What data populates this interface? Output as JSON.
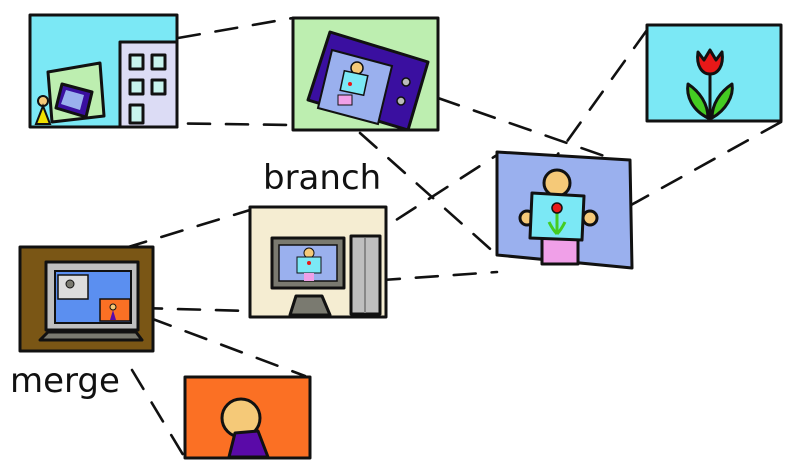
{
  "labels": {
    "branch": "branch",
    "merge": "merge"
  },
  "panels": [
    {
      "id": "building-scene",
      "bg": "#7be8f5"
    },
    {
      "id": "tv-on-green",
      "bg": "#bdeeb0"
    },
    {
      "id": "tulip",
      "bg": "#7be8f5"
    },
    {
      "id": "person-holding-picture",
      "bg": "#9ab0ee"
    },
    {
      "id": "room-with-tv",
      "bg": "#f5edd2"
    },
    {
      "id": "laptop-screen",
      "bg": "#7a5615"
    },
    {
      "id": "orange-portrait",
      "bg": "#fb7024"
    }
  ],
  "colors": {
    "purple": "#3a0fa0",
    "skin": "#f5c978",
    "pink": "#f0a0e8",
    "tulip_red": "#e81818",
    "leaf_green": "#44cc22",
    "gray": "#bfbfbf",
    "dark_gray": "#7a7a70",
    "blue": "#5b8ff0"
  }
}
